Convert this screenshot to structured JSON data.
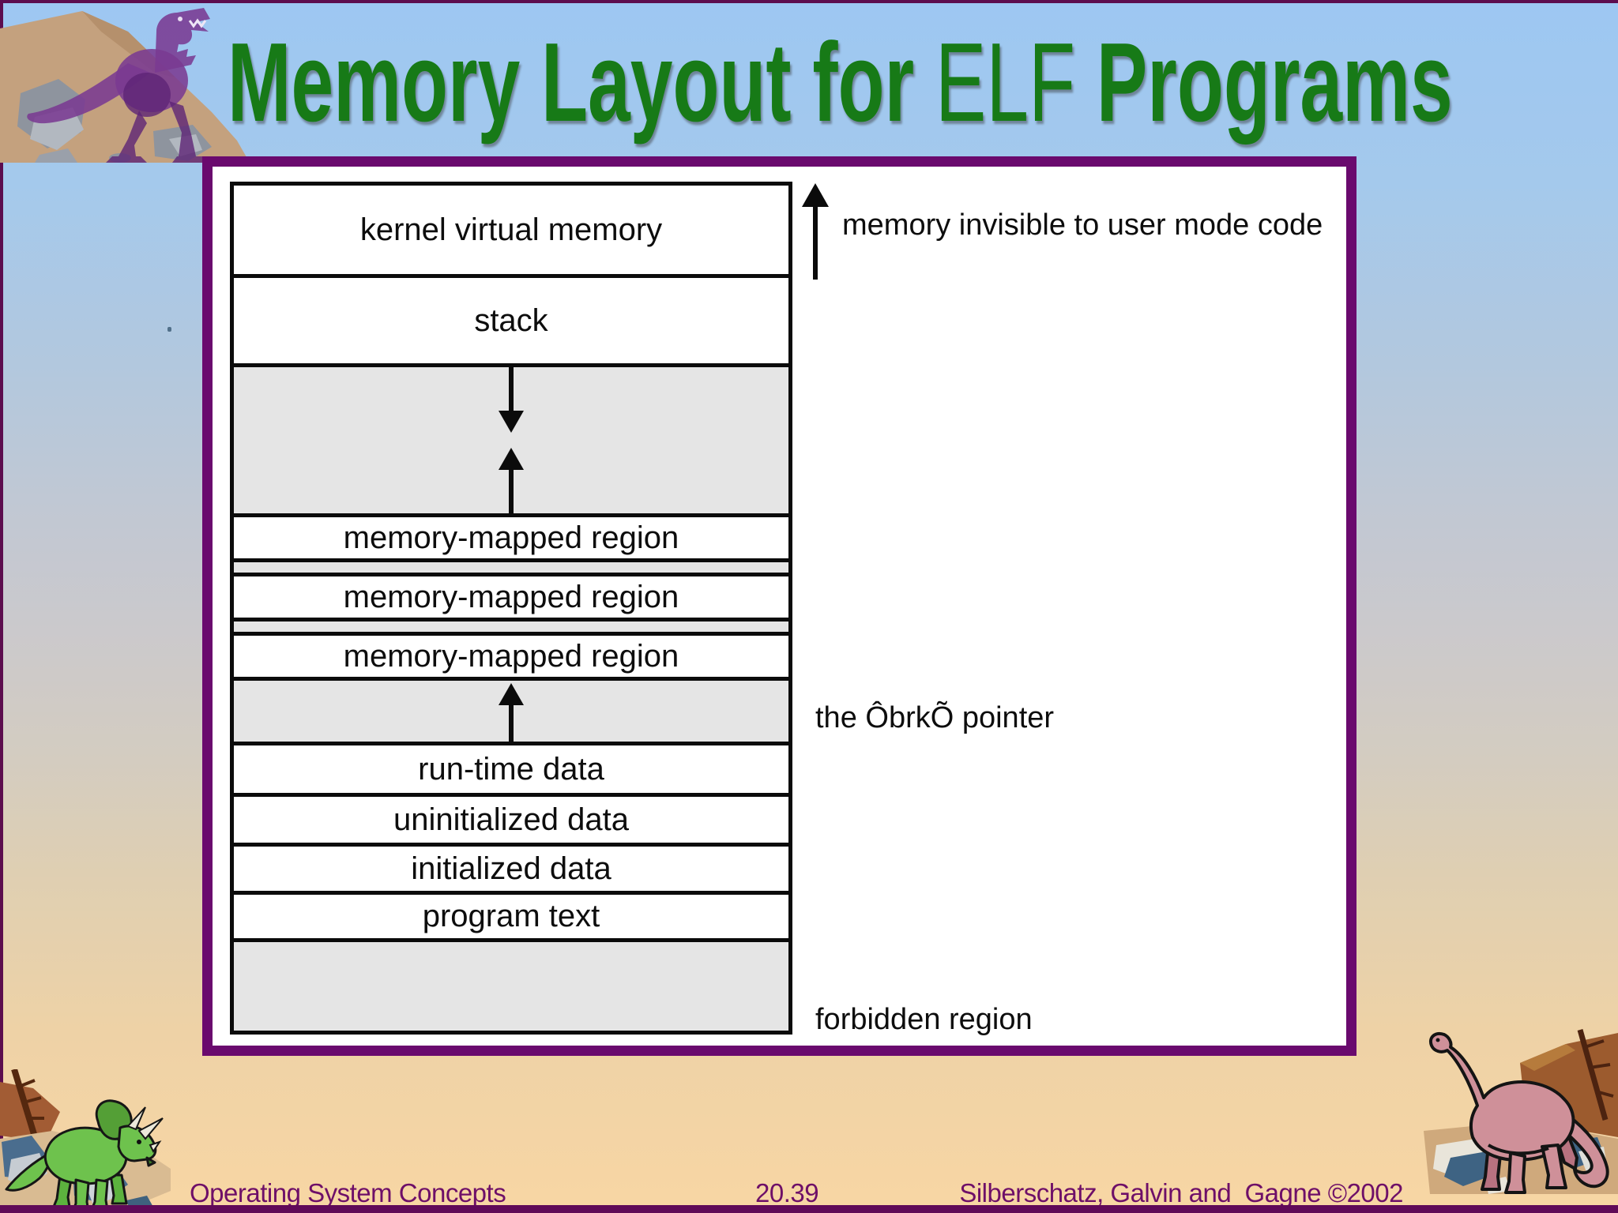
{
  "title": {
    "part1": "Memory Layout for ",
    "part2": "ELF",
    "part3": " Programs"
  },
  "diagram": {
    "regions": [
      {
        "label": "kernel virtual memory"
      },
      {
        "label": "stack"
      },
      {
        "label": "memory-mapped region"
      },
      {
        "label": "memory-mapped region"
      },
      {
        "label": "memory-mapped region"
      },
      {
        "label": "run-time data"
      },
      {
        "label": "uninitialized data"
      },
      {
        "label": "initialized data"
      },
      {
        "label": "program text"
      }
    ],
    "annotations": {
      "invisible": "memory invisible to user mode code",
      "brk": "the ÔbrkÕ pointer",
      "forbidden": "forbidden region"
    },
    "icons": {
      "stack_growth": "down-arrow",
      "mmap_growth": "up-arrow",
      "brk_growth": "up-arrow",
      "kernel_direction": "up-arrow"
    }
  },
  "footer": {
    "book": "Operating System Concepts",
    "page": "20.39",
    "authors": "Silberschatz, Galvin and  Gagne ©2002"
  },
  "colors": {
    "title_green": "#177a17",
    "frame_purple": "#6a0a6e",
    "footer_purple": "#6e0f68",
    "region_gray": "#e5e5e5",
    "slide_edge": "#5c0d4e"
  }
}
